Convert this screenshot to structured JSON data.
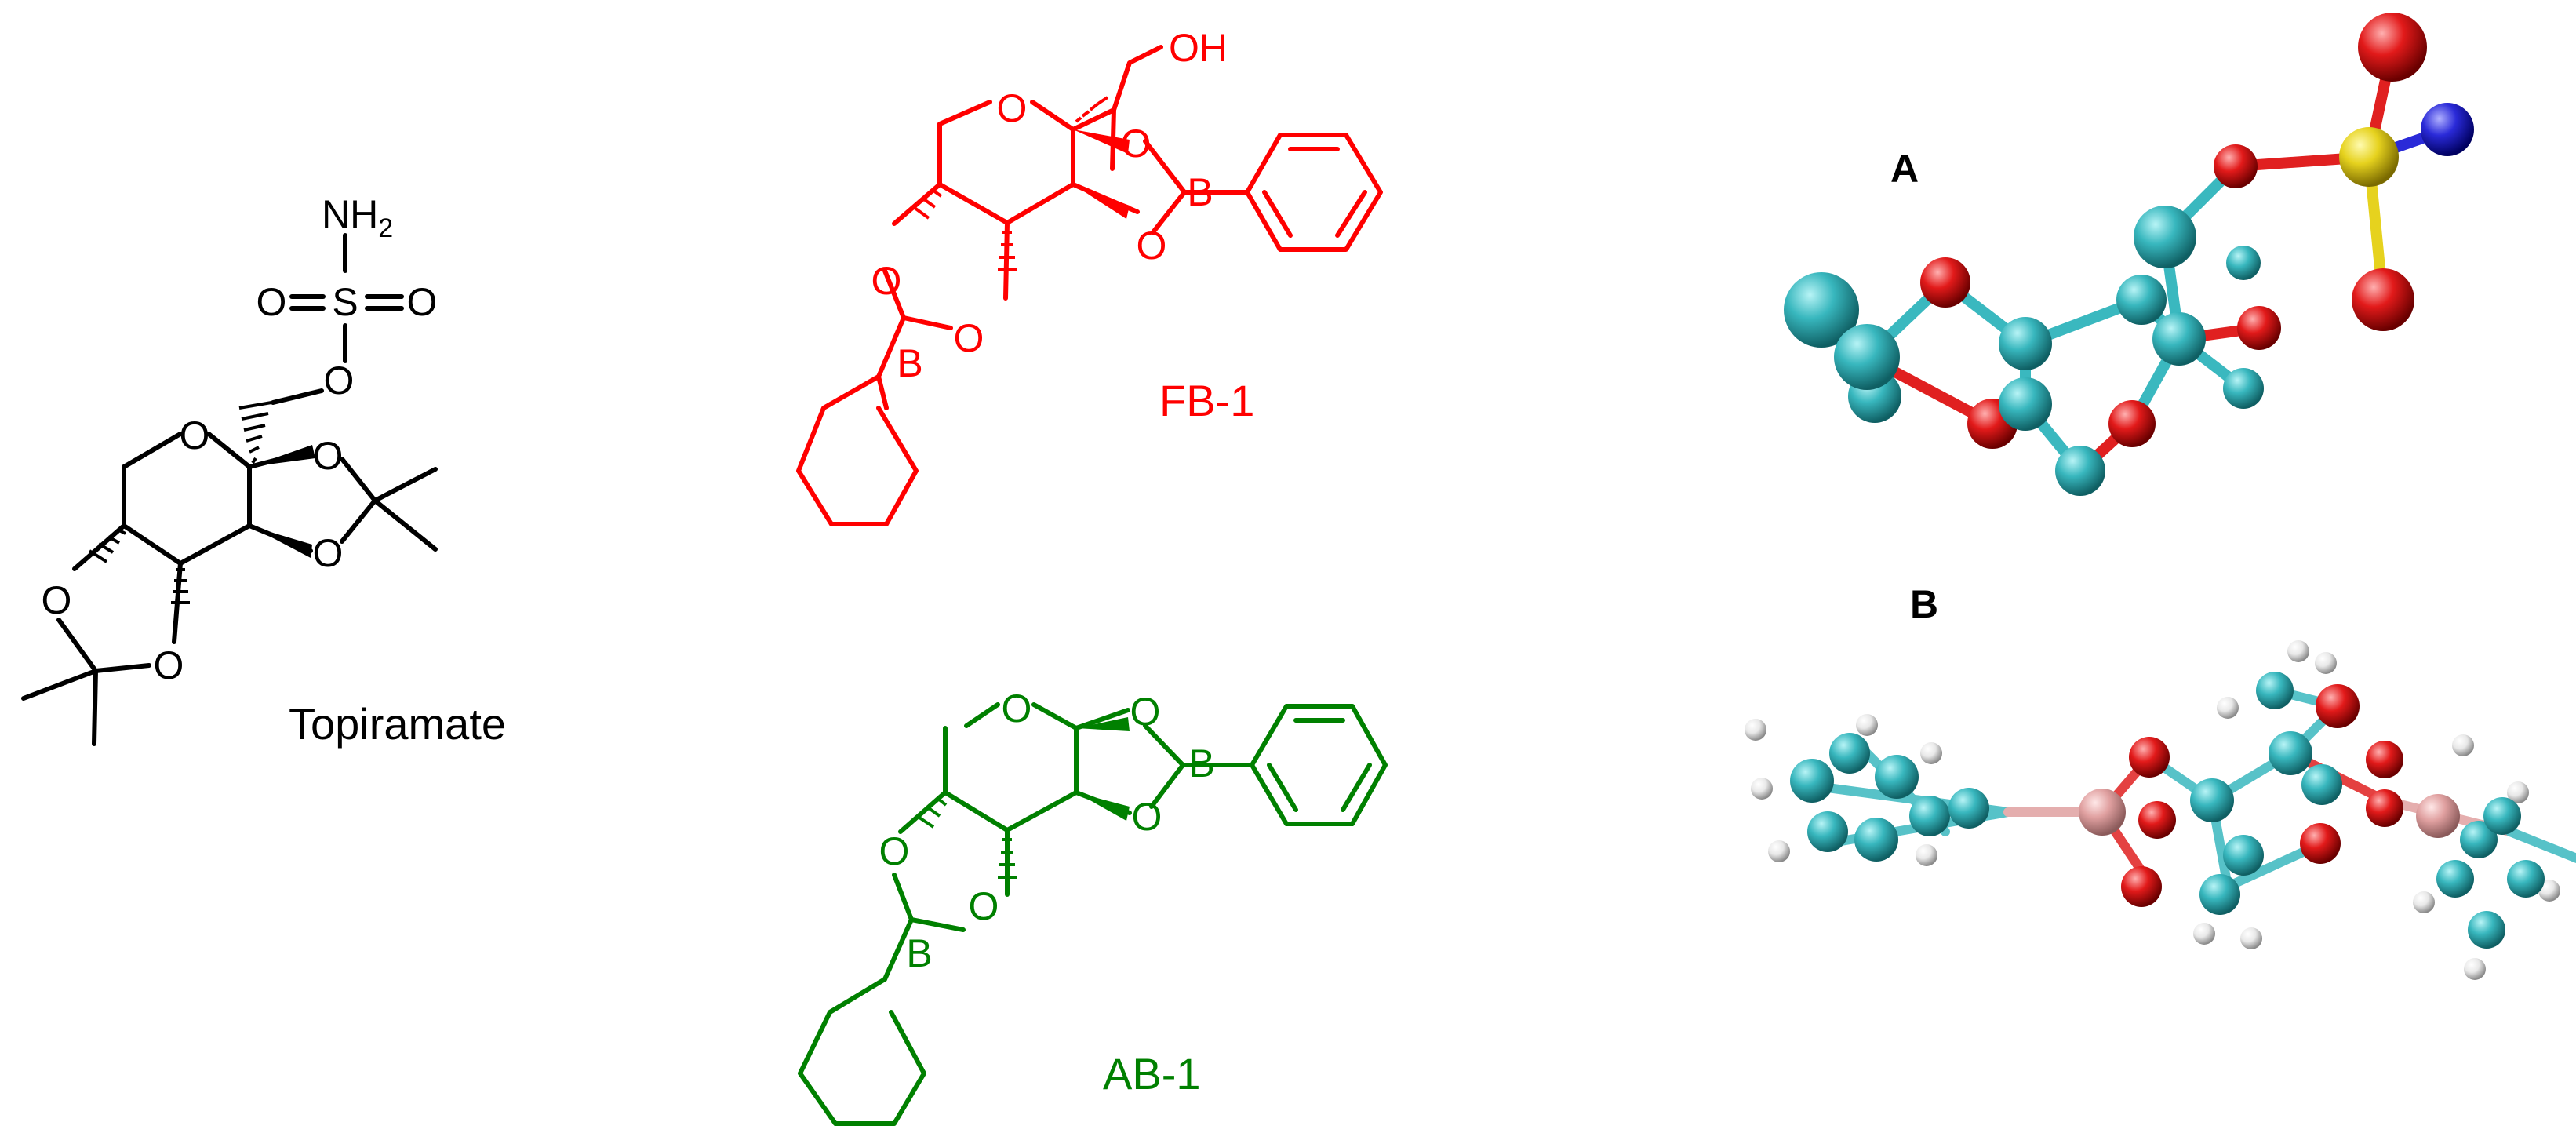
{
  "compounds": {
    "topiramate": {
      "name": "Topiramate",
      "color": "#000000",
      "atoms": {
        "o": "O",
        "s": "S",
        "nh": "NH",
        "sub2": "2"
      }
    },
    "fb1": {
      "name": "FB-1",
      "color": "#ff0000",
      "atoms": {
        "o": "O",
        "b": "B",
        "oh": "OH"
      }
    },
    "ab1": {
      "name": "AB-1",
      "color": "#008000",
      "atoms": {
        "o": "O",
        "b": "B"
      }
    }
  },
  "panels": {
    "a": {
      "label": "A"
    },
    "b": {
      "label": "B"
    }
  },
  "atom_colors": {
    "carbon": "#3ab8bf",
    "oxygen": "#e02020",
    "sulfur": "#e6d21e",
    "nitrogen": "#2a2ad8",
    "boron": "#e0a0a0",
    "hydrogen": "#e8e8e8"
  }
}
